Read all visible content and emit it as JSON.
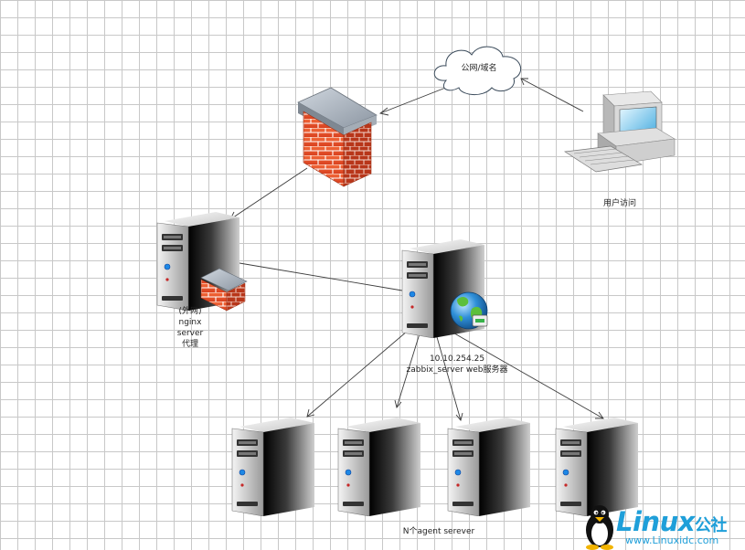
{
  "labels": {
    "cloud": "公网/域名",
    "user": "用户访问",
    "proxy_line1": "(外网)",
    "proxy_line2": "nginx",
    "proxy_line3": "server",
    "proxy_line4": "代理",
    "zabbix_ip": "10.10.254.25",
    "zabbix_name": "zabbix_server web服务器",
    "agents": "N个agent serever"
  },
  "watermark": {
    "brand": "Linux",
    "brand_cn": "公社",
    "url": "www.Linuxidc.com"
  },
  "colors": {
    "grid": "#c8c8c8",
    "brick": "#e8542e",
    "globe": "#2f8fd8",
    "watermark": "#1f9fd9"
  }
}
